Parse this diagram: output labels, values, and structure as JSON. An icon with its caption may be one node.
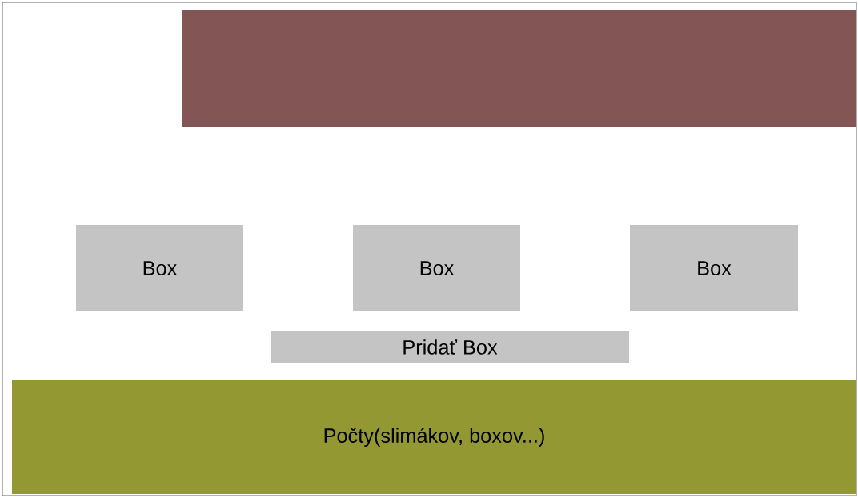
{
  "diagram": {
    "nodes": [
      {
        "text": [],
        "shape": "bar"
      },
      {
        "text": [
          "Box"
        ]
      },
      {
        "text": [
          "Box"
        ]
      },
      {
        "text": [
          "Box"
        ]
      },
      {
        "text": [
          "Pridať Box"
        ]
      },
      {
        "text": [
          "Počty(slimákov, boxov...)"
        ]
      }
    ]
  }
}
